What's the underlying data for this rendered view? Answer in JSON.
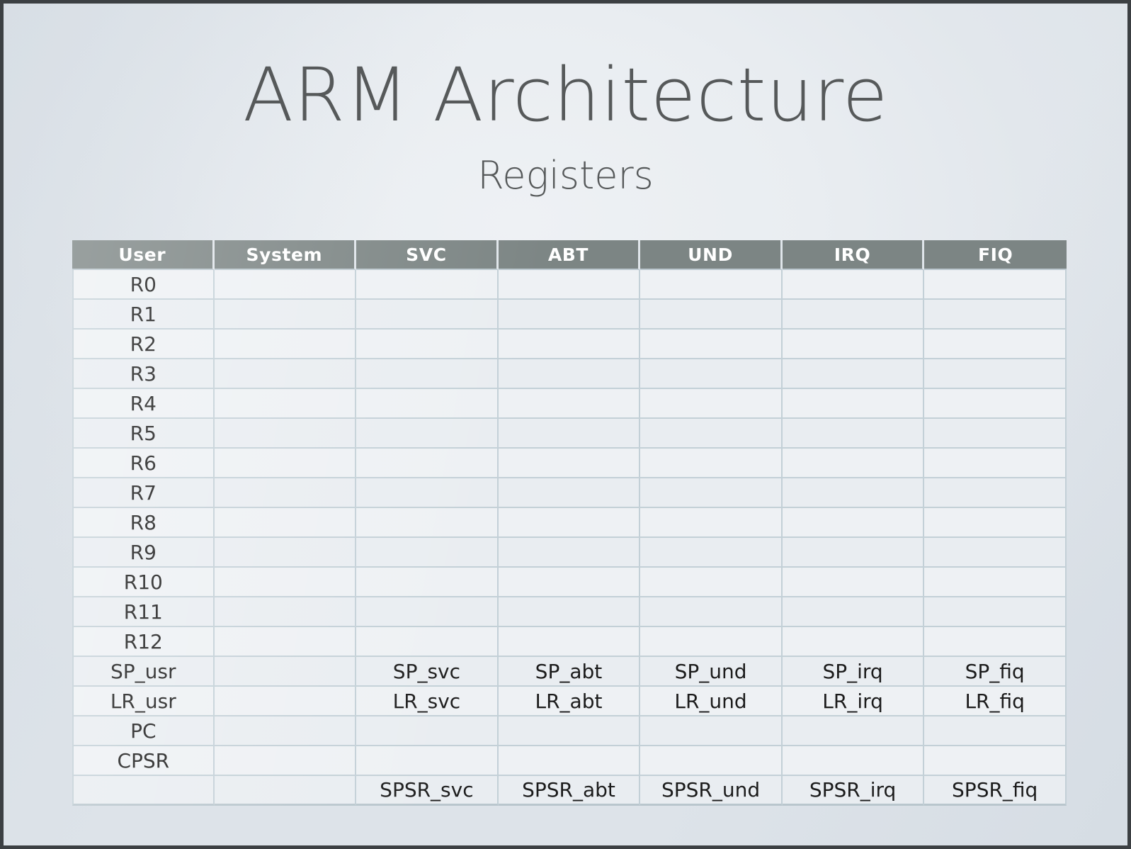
{
  "slide": {
    "title": "ARM Architecture",
    "subtitle": "Registers",
    "background_color": "#e9edf1",
    "border_color": "#3c4043",
    "header_fill": "#7c8584",
    "header_text_color": "#ffffff",
    "cell_fill": "#eef1f4",
    "cell_text_color": "#1c1c1c",
    "grid_line_color": "#c3d0d7"
  },
  "table": {
    "columns": [
      "User",
      "System",
      "SVC",
      "ABT",
      "UND",
      "IRQ",
      "FIQ"
    ],
    "rows": [
      [
        "R0",
        "",
        "",
        "",
        "",
        "",
        ""
      ],
      [
        "R1",
        "",
        "",
        "",
        "",
        "",
        ""
      ],
      [
        "R2",
        "",
        "",
        "",
        "",
        "",
        ""
      ],
      [
        "R3",
        "",
        "",
        "",
        "",
        "",
        ""
      ],
      [
        "R4",
        "",
        "",
        "",
        "",
        "",
        ""
      ],
      [
        "R5",
        "",
        "",
        "",
        "",
        "",
        ""
      ],
      [
        "R6",
        "",
        "",
        "",
        "",
        "",
        ""
      ],
      [
        "R7",
        "",
        "",
        "",
        "",
        "",
        ""
      ],
      [
        "R8",
        "",
        "",
        "",
        "",
        "",
        ""
      ],
      [
        "R9",
        "",
        "",
        "",
        "",
        "",
        ""
      ],
      [
        "R10",
        "",
        "",
        "",
        "",
        "",
        ""
      ],
      [
        "R11",
        "",
        "",
        "",
        "",
        "",
        ""
      ],
      [
        "R12",
        "",
        "",
        "",
        "",
        "",
        ""
      ],
      [
        "SP_usr",
        "",
        "SP_svc",
        "SP_abt",
        "SP_und",
        "SP_irq",
        "SP_fiq"
      ],
      [
        "LR_usr",
        "",
        "LR_svc",
        "LR_abt",
        "LR_und",
        "LR_irq",
        "LR_fiq"
      ],
      [
        "PC",
        "",
        "",
        "",
        "",
        "",
        ""
      ],
      [
        "CPSR",
        "",
        "",
        "",
        "",
        "",
        ""
      ],
      [
        "",
        "",
        "SPSR_svc",
        "SPSR_abt",
        "SPSR_und",
        "SPSR_irq",
        "SPSR_fiq"
      ]
    ]
  }
}
